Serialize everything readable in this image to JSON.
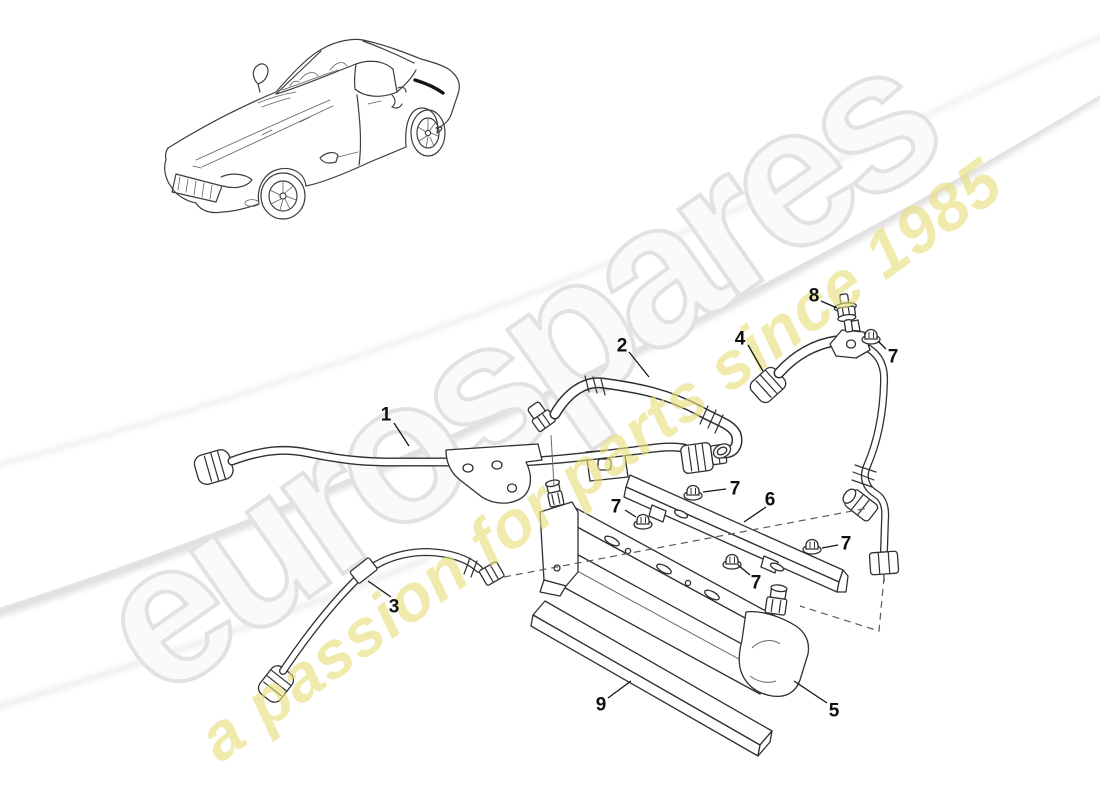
{
  "watermark": {
    "brand": "eurospares",
    "tagline": "a passion for parts since 1985",
    "brand_outline_color": "#e2e2e2",
    "tagline_color": "#e7df7c"
  },
  "diagram": {
    "callouts": [
      {
        "id": "part-1",
        "number": "1"
      },
      {
        "id": "part-2",
        "number": "2"
      },
      {
        "id": "part-3",
        "number": "3"
      },
      {
        "id": "part-4",
        "number": "4"
      },
      {
        "id": "part-5",
        "number": "5"
      },
      {
        "id": "part-6",
        "number": "6"
      },
      {
        "id": "part-7-top-right",
        "number": "7"
      },
      {
        "id": "part-7-rail-upper",
        "number": "7"
      },
      {
        "id": "part-7-rail-left",
        "number": "7"
      },
      {
        "id": "part-7-rail-mid",
        "number": "7"
      },
      {
        "id": "part-7-rail-right",
        "number": "7"
      },
      {
        "id": "part-8",
        "number": "8"
      },
      {
        "id": "part-9",
        "number": "9"
      }
    ]
  }
}
